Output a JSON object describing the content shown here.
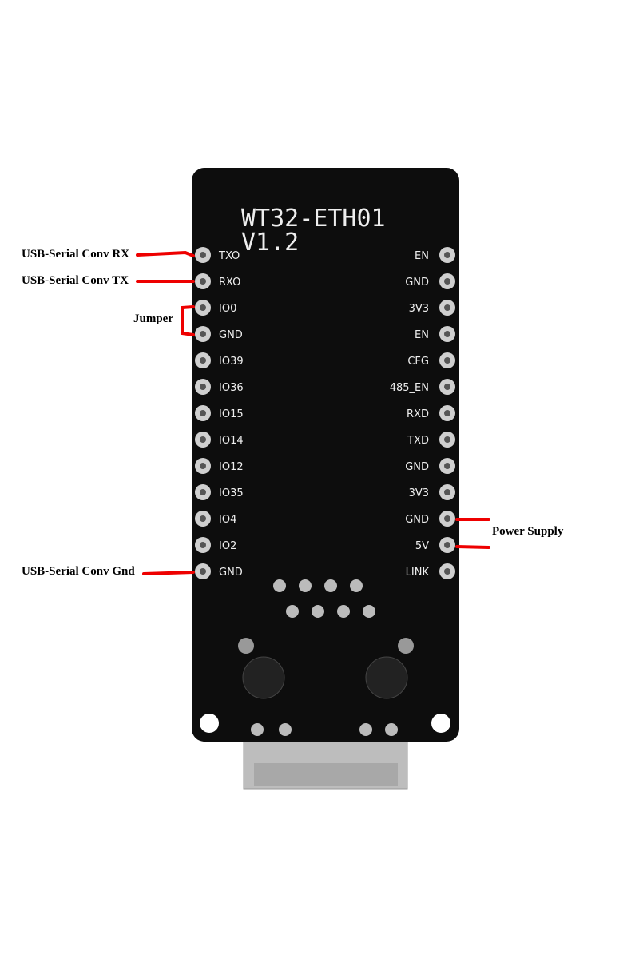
{
  "board": {
    "name": "WT32-ETH01",
    "version": "V1.2",
    "left_pins": [
      "TXO",
      "RXO",
      "IO0",
      "GND",
      "IO39",
      "IO36",
      "IO15",
      "IO14",
      "IO12",
      "IO35",
      "IO4",
      "IO2",
      "GND"
    ],
    "right_pins": [
      "EN",
      "GND",
      "3V3",
      "EN",
      "CFG",
      "485_EN",
      "RXD",
      "TXD",
      "GND",
      "3V3",
      "GND",
      "5V",
      "LINK"
    ]
  },
  "annotations": {
    "rx": "USB-Serial Conv RX",
    "tx": "USB-Serial Conv TX",
    "jumper": "Jumper",
    "gnd": "USB-Serial Conv Gnd",
    "power": "Power Supply"
  },
  "colors": {
    "board": "#0d0d0d",
    "marker": "#ee0000",
    "pad": "#cfcfcf"
  }
}
